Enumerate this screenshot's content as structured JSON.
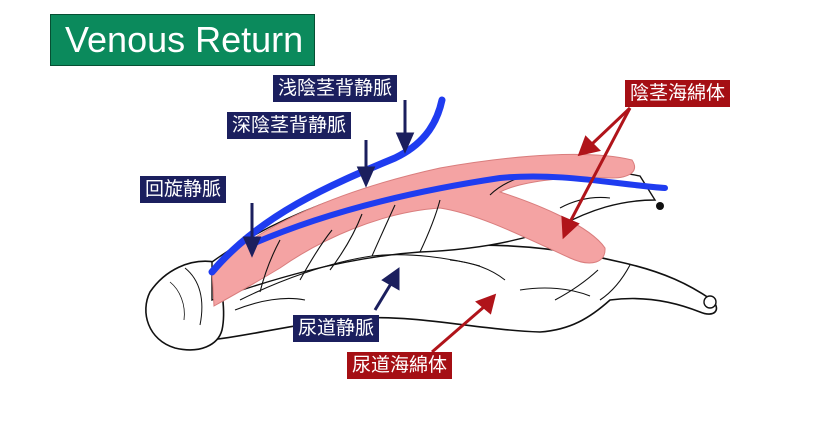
{
  "title": "Venous Return",
  "labels": {
    "superficial_dorsal_vein": "浅陰茎背静脈",
    "deep_dorsal_vein": "深陰茎背静脈",
    "circumflex_vein": "回旋静脈",
    "corpus_cavernosum": "陰茎海綿体",
    "urethral_vein": "尿道静脈",
    "corpus_spongiosum": "尿道海綿体"
  },
  "colors": {
    "title_bg": "#0b8a5c",
    "label_navy": "#1b1f5e",
    "label_red": "#a50f14",
    "vein_blue": "#1f3cf0",
    "cavernosum_pink": "#f4a3a3",
    "arrow_red": "#b0141a"
  }
}
